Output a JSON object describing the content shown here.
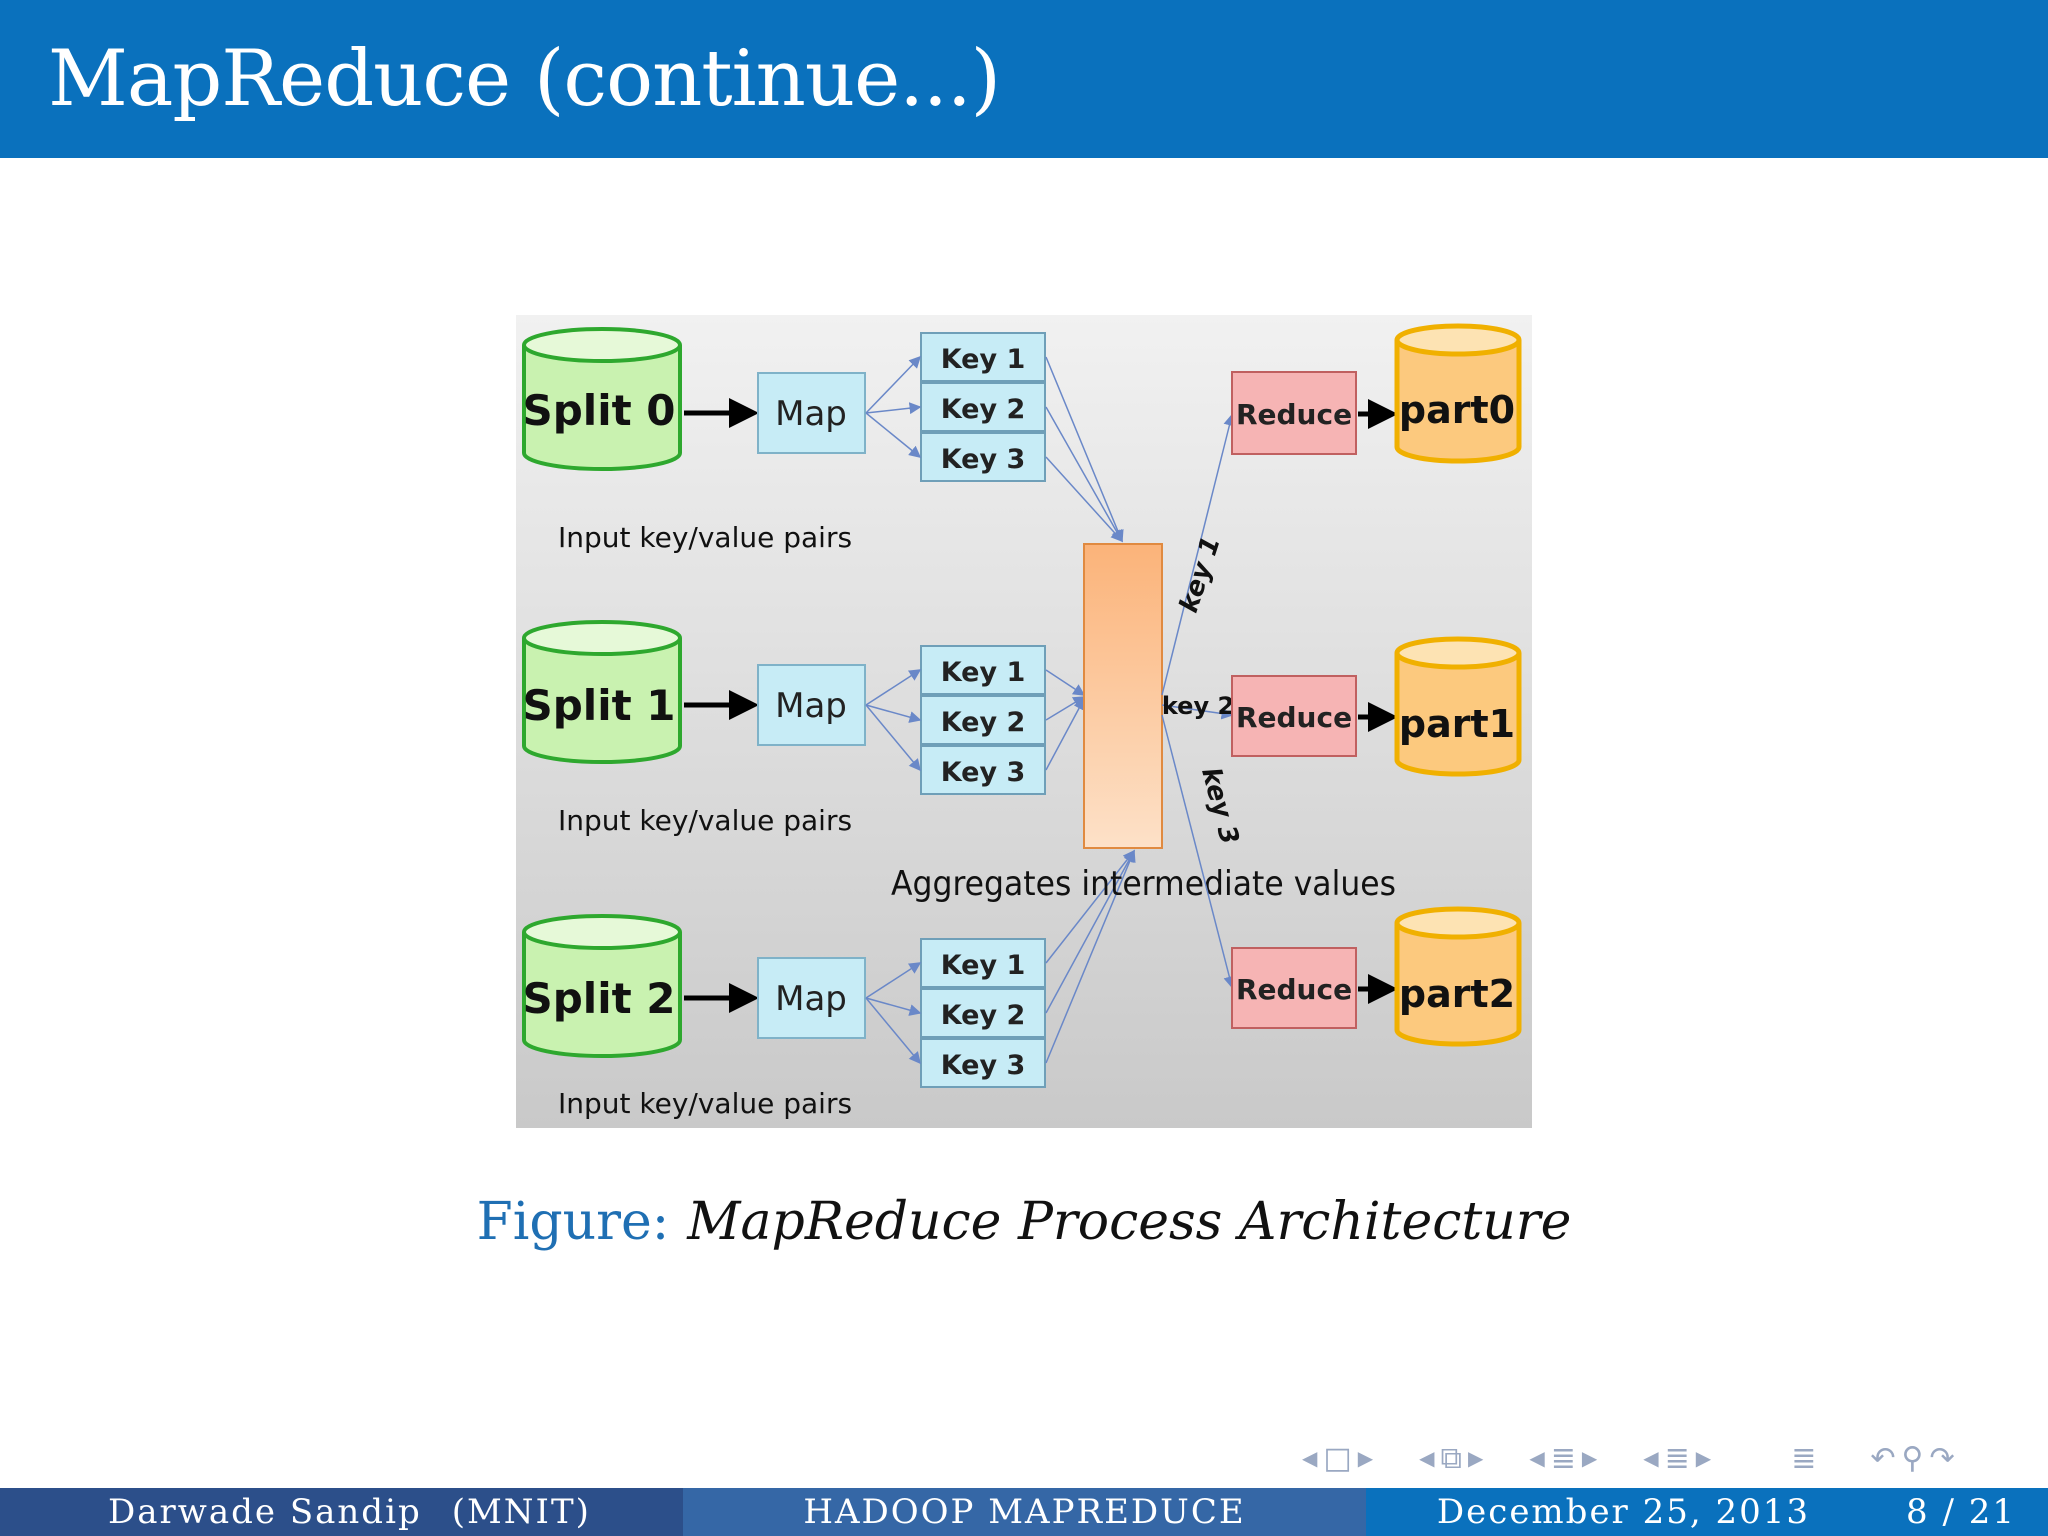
{
  "slide": {
    "title": "MapReduce (continue...)"
  },
  "figure": {
    "splits": [
      "Split 0",
      "Split 1",
      "Split 2"
    ],
    "map_label": "Map",
    "keys": [
      "Key 1",
      "Key 2",
      "Key 3"
    ],
    "input_label": "Input  key/value  pairs",
    "aggregate_label": "Aggregates intermediate values",
    "route_keys": [
      "key 1",
      "key 2",
      "key 3"
    ],
    "reduce_label": "Reduce",
    "parts": [
      "part0",
      "part1",
      "part2"
    ],
    "colors": {
      "split_fill": "#c9f2b0",
      "split_stroke": "#2ea82e",
      "map_fill": "#c7ecf6",
      "map_stroke": "#7fb2c8",
      "key_fill": "#c7ecf6",
      "key_stroke": "#6f9fb8",
      "aggregate_fill": "#fbc08a",
      "aggregate_stroke": "#e08a40",
      "reduce_fill": "#f6b4b4",
      "reduce_stroke": "#c06060",
      "part_fill": "#fcc97e",
      "part_stroke": "#f0b000",
      "line_color": "#6a88c8"
    }
  },
  "caption": {
    "label": "Figure:",
    "text": "MapReduce Process Architecture"
  },
  "nav": {
    "icons": [
      "frame-prev-icon",
      "frame-icon",
      "frame-next-icon",
      "subsection-icon",
      "section-icon",
      "toc-icon",
      "search-icon"
    ]
  },
  "footer": {
    "author": "Darwade Sandip",
    "institute": "(MNIT)",
    "title": "HADOOP MAPREDUCE",
    "date": "December 25, 2013",
    "page": "8 / 21"
  }
}
